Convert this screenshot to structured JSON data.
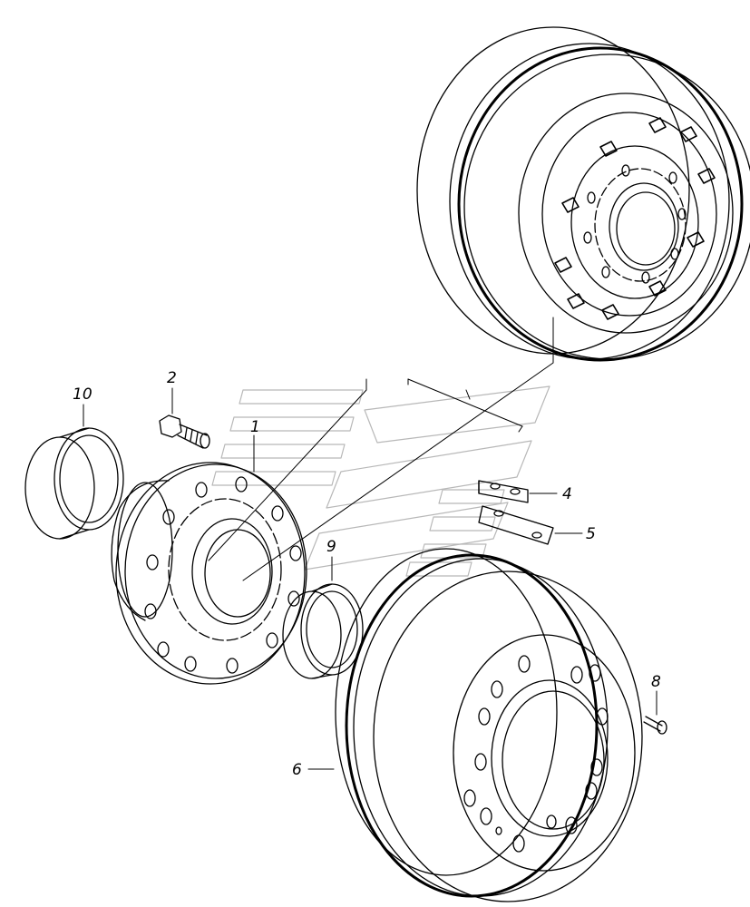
{
  "diagram": {
    "callouts": {
      "n1": "1",
      "n2": "2",
      "n4": "4",
      "n5": "5",
      "n6": "6",
      "n8": "8",
      "n9": "9",
      "n10": "10"
    }
  }
}
